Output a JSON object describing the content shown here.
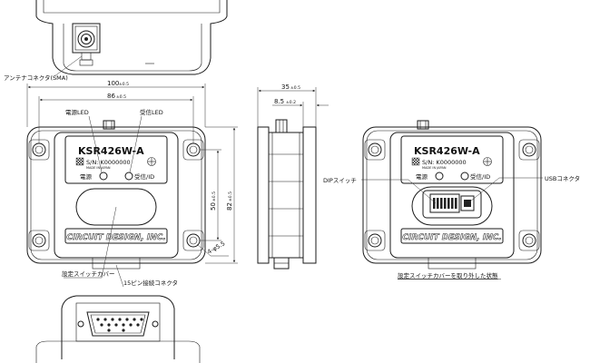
{
  "labels": {
    "antenna_connector": "アンテナコネクタ(SMA)",
    "power_led": "電源LED",
    "receive_led": "受信LED",
    "setting_switch_cover": "設定スイッチカバー",
    "pin15_connector": "15ピン接続コネクタ",
    "dip_switch": "DIPスイッチ",
    "usb_connector": "USBコネクタ",
    "cover_removed_caption": "設定スイッチカバーを取り外した状態"
  },
  "product": {
    "model": "KSR426W-A",
    "serial": "S/N: K0000000",
    "made_in": "MADE IN JAPAN",
    "power_mark": "電源",
    "receive_mark": "受信/ID",
    "logo": "CIRCUIT DESIGN, INC."
  },
  "dimensions": {
    "width_total": "100",
    "width_total_tol": "±0.5",
    "width_inner": "86",
    "width_inner_tol": "±0.5",
    "height_inner": "50",
    "height_inner_tol": "±0.5",
    "height_total": "82",
    "height_total_tol": "±0.5",
    "hole": "4-φ5.5",
    "depth_total": "35",
    "depth_total_tol": "±0.5",
    "depth_flange": "8.5",
    "depth_flange_tol": "±0.2"
  }
}
